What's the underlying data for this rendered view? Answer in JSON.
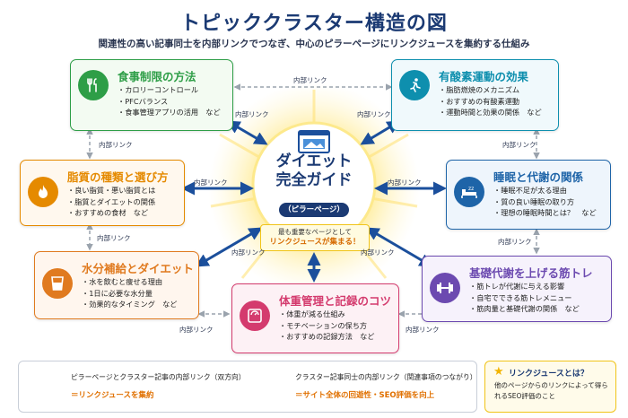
{
  "title": "トピッククラスター構造の図",
  "subtitle": "関連性の高い記事同士を内部リンクでつなぎ、中心のピラーページにリンクジュースを集約する仕組み",
  "hub": {
    "line1": "ダイエット",
    "line2": "完全ガイド",
    "badge": "（ピラーページ）",
    "callout_line1": "最も重要なページとして",
    "callout_line2": "リンクジュースが集まる！"
  },
  "link_label": "内部リンク",
  "cards": {
    "diet": {
      "title": "食事制限の方法",
      "items": [
        "カロリーコントロール",
        "PFCバランス",
        "食事管理アプリの活用　など"
      ],
      "color": "#2e9e47",
      "icon": "fork-knife-icon"
    },
    "aerobic": {
      "title": "有酸素運動の効果",
      "items": [
        "脂肪燃焼のメカニズム",
        "おすすめの有酸素運動",
        "運動時間と効果の関係　など"
      ],
      "color": "#0e8fae",
      "icon": "running-icon"
    },
    "fat": {
      "title": "脂質の種類と選び方",
      "items": [
        "良い脂質・悪い脂質とは",
        "脂質とダイエットの関係",
        "おすすめの食材　など"
      ],
      "color": "#e58a00",
      "icon": "flame-icon"
    },
    "sleep": {
      "title": "睡眠と代謝の関係",
      "items": [
        "睡眠不足が太る理由",
        "質の良い睡眠の取り方",
        "理想の睡眠時間とは？　など"
      ],
      "color": "#1e64a8",
      "icon": "bed-icon"
    },
    "water": {
      "title": "水分補給とダイエット",
      "items": [
        "水を飲むと痩せる理由",
        "1日に必要な水分量",
        "効果的なタイミング　など"
      ],
      "color": "#e07a1f",
      "icon": "glass-icon"
    },
    "muscle": {
      "title": "基礎代謝を上げる筋トレ",
      "items": [
        "筋トレが代謝に与える影響",
        "自宅でできる筋トレメニュー",
        "筋肉量と基礎代謝の関係　など"
      ],
      "color": "#6c4ab0",
      "icon": "dumbbell-icon"
    },
    "weight": {
      "title": "体重管理と記録のコツ",
      "items": [
        "体重が減る仕組み",
        "モチベーションの保ち方",
        "おすすめの記録方法　など"
      ],
      "color": "#d43b6e",
      "icon": "scale-icon"
    }
  },
  "legend": {
    "solid_text": "ピラーページとクラスター記事の内部リンク（双方向）",
    "solid_result": "＝リンクジュースを集約",
    "dashed_text": "クラスター記事同士の内部リンク（関連事項のつながり）",
    "dashed_result": "＝サイト全体の回遊性・SEO評価を向上"
  },
  "note": {
    "title": "リンクジュースとは？",
    "body": "他のページからのリンクによって得られるSEO評価のこと"
  }
}
